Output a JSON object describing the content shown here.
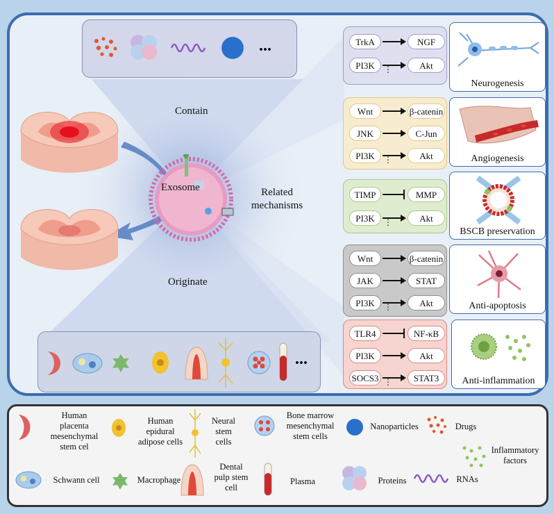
{
  "center": {
    "exosome_label": "Exosome",
    "contain_label": "Contain",
    "originate_label": "Originate",
    "mechanisms_label": "Related\nmechanisms"
  },
  "contain": {
    "ellipsis": "..."
  },
  "origin": {
    "ellipsis": "..."
  },
  "mechanisms": [
    {
      "effect": "Neurogenesis",
      "fill": "#dfe0ef",
      "border": "#9a9cc8",
      "rows": [
        {
          "from": "TrkA",
          "to": "NGF",
          "type": "arrow"
        },
        {
          "from": "PI3K",
          "to": "Akt",
          "type": "dotted-arrow"
        }
      ]
    },
    {
      "effect": "Angiogenesis",
      "fill": "#f7eccf",
      "border": "#e0c98a",
      "rows": [
        {
          "from": "Wnt",
          "to": "β-catenin",
          "type": "arrow"
        },
        {
          "from": "JNK",
          "to": "C-Jun",
          "type": "arrow"
        },
        {
          "from": "PI3K",
          "to": "Akt",
          "type": "dotted-arrow"
        }
      ]
    },
    {
      "effect": "BSCB preservation",
      "fill": "#dfeccf",
      "border": "#a9c98d",
      "rows": [
        {
          "from": "TIMP",
          "to": "MMP",
          "type": "inhibit"
        },
        {
          "from": "PI3K",
          "to": "Akt",
          "type": "dotted-arrow"
        }
      ]
    },
    {
      "effect": "Anti-apoptosis",
      "fill": "#c9c9c9",
      "border": "#8f8f8f",
      "rows": [
        {
          "from": "Wnt",
          "to": "β-catenin",
          "type": "arrow"
        },
        {
          "from": "JAK",
          "to": "STAT",
          "type": "arrow"
        },
        {
          "from": "PI3K",
          "to": "Akt",
          "type": "dotted-arrow"
        }
      ]
    },
    {
      "effect": "Anti-inflammation",
      "fill": "#f6d4d0",
      "border": "#d88b84",
      "rows": [
        {
          "from": "TLR4",
          "to": "NF-κB",
          "type": "inhibit"
        },
        {
          "from": "PI3K",
          "to": "Akt",
          "type": "arrow"
        },
        {
          "from": "SOCS3",
          "to": "STAT3",
          "type": "dotted-arrow"
        }
      ]
    }
  ],
  "legend": {
    "placenta": "Human\nplacenta\nmesenchymal\nstem cel",
    "adipose": "Human\nepidural\nadipose cells",
    "neural": "Neural\nstem\ncells",
    "bone_marrow": "Bone marrow\nmesenchymal\nstem cells",
    "nanoparticles": "Nanoparticles",
    "drugs": "Drugs",
    "inflammatory": "Inflammatory\nfactors",
    "schwann": "Schwann cell",
    "macrophage": "Macrophage",
    "dental": "Dental\npulp stem\ncell",
    "plasma": "Plasma",
    "proteins": "Proteins",
    "rnas": "RNAs"
  }
}
